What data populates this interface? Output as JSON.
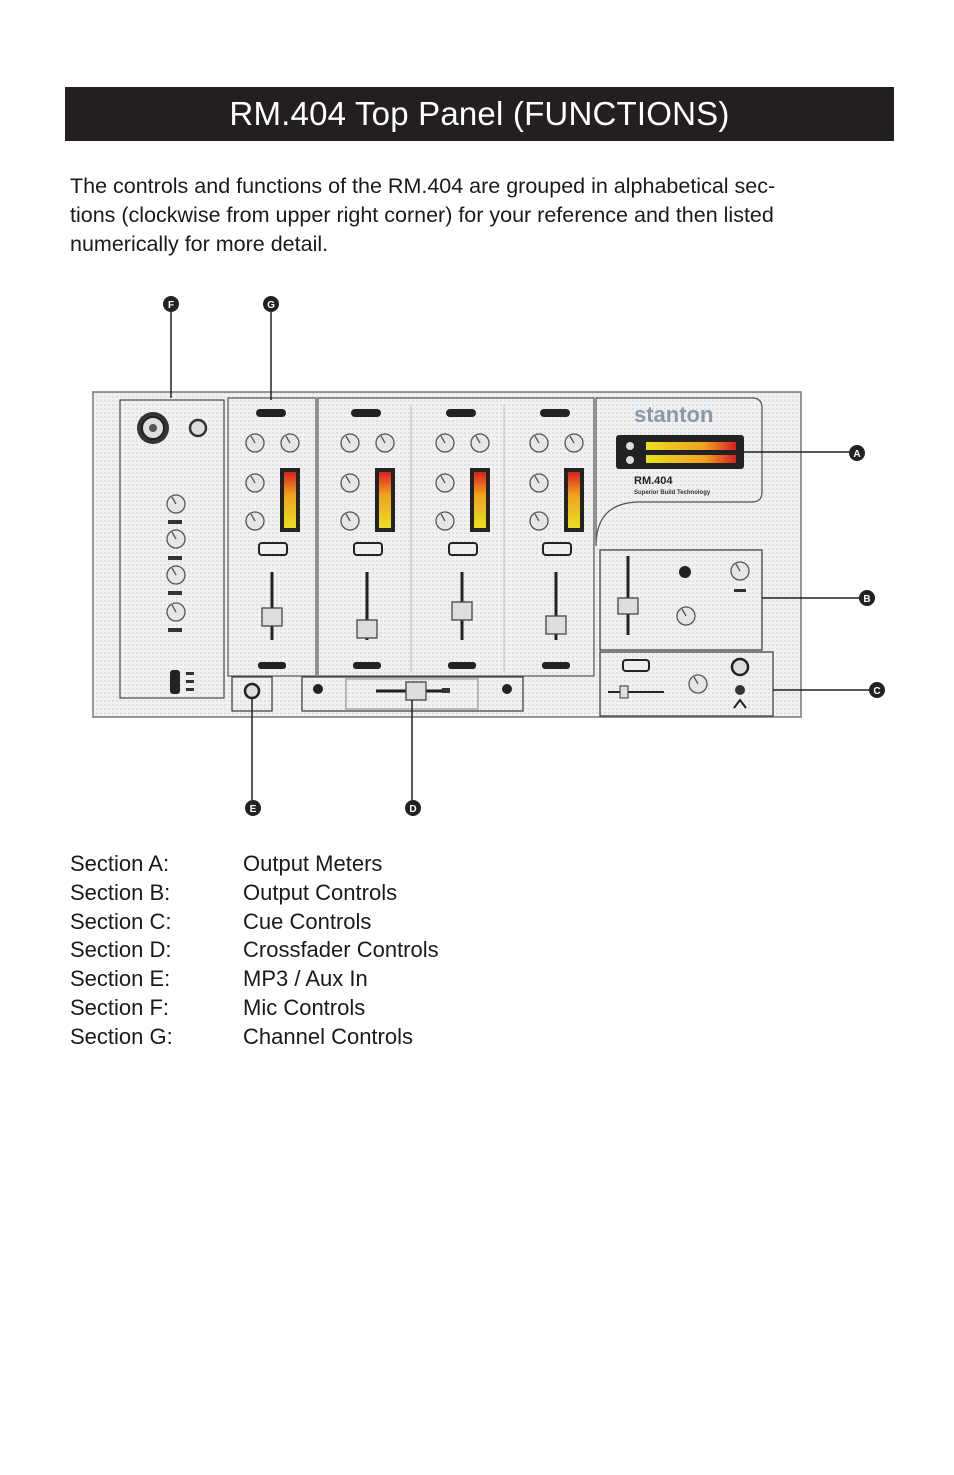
{
  "header": {
    "title": "RM.404 Top Panel (FUNCTIONS)"
  },
  "intro": {
    "lines": [
      "The controls and functions of the RM.404 are grouped in alphabetical sec-",
      "tions (clockwise from upper right corner) for your reference and then listed",
      "numerically for more detail."
    ]
  },
  "diagram": {
    "brand": "stanton",
    "model": "RM.404",
    "model_subtitle": "Superior Build Technology",
    "callouts": {
      "A": "A",
      "B": "B",
      "C": "C",
      "D": "D",
      "E": "E",
      "F": "F",
      "G": "G"
    }
  },
  "sections": [
    {
      "key": "Section A:",
      "value": "Output Meters"
    },
    {
      "key": "Section B:",
      "value": "Output Controls"
    },
    {
      "key": "Section C:",
      "value": "Cue Controls"
    },
    {
      "key": "Section D:",
      "value": "Crossfader Controls"
    },
    {
      "key": "Section E:",
      "value": "MP3 / Aux In"
    },
    {
      "key": "Section F:",
      "value": "Mic Controls"
    },
    {
      "key": "Section G:",
      "value": "Channel Controls"
    }
  ]
}
